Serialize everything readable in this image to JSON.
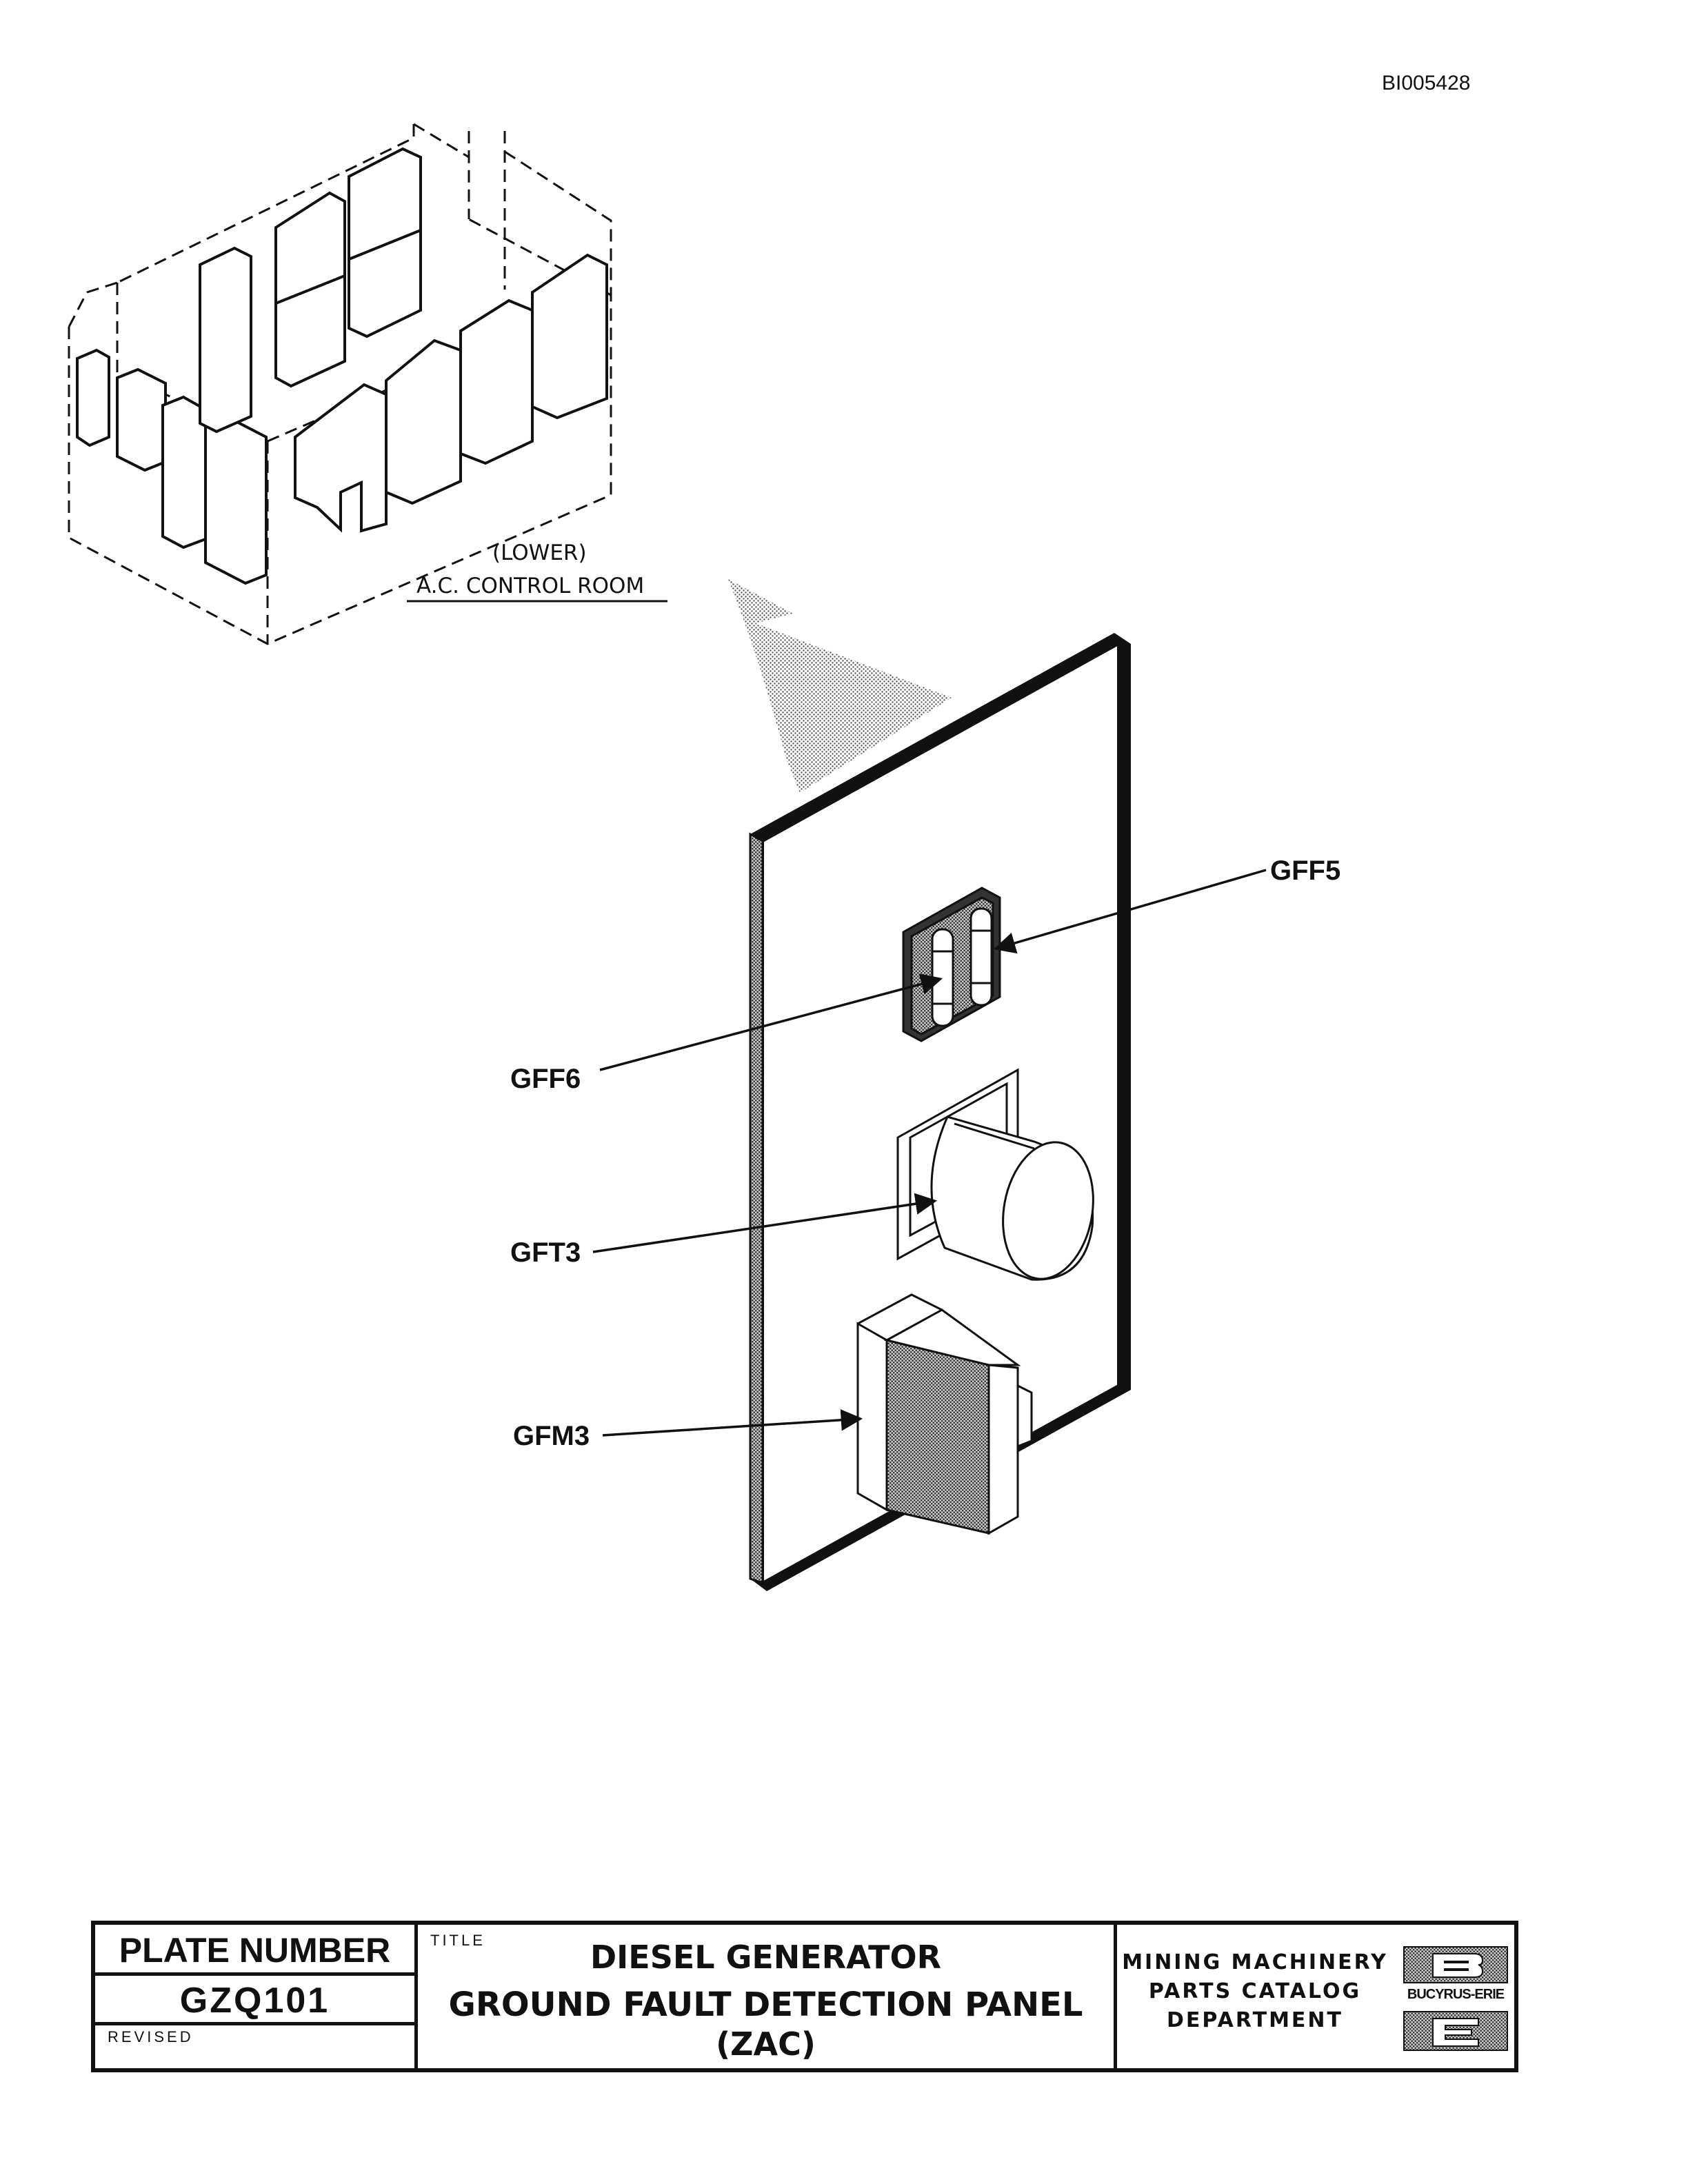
{
  "document": {
    "id": "BI005428"
  },
  "diagram": {
    "location_label_line1": "(LOWER)",
    "location_label_line2": "A.C. CONTROL ROOM",
    "callouts": [
      {
        "label": "GFF5"
      },
      {
        "label": "GFF6"
      },
      {
        "label": "GFT3"
      },
      {
        "label": "GFM3"
      }
    ]
  },
  "title_block": {
    "plate_number_label": "PLATE NUMBER",
    "plate_number": "GZQ101",
    "revised_label": "REVISED",
    "title_label": "TITLE",
    "title_line1": "DIESEL GENERATOR",
    "title_line2": "GROUND FAULT DETECTION PANEL",
    "title_line3": "(ZAC)",
    "department_line1": "MINING MACHINERY",
    "department_line2": "PARTS CATALOG",
    "department_line3": "DEPARTMENT",
    "brand": "BUCYRUS-ERIE"
  }
}
